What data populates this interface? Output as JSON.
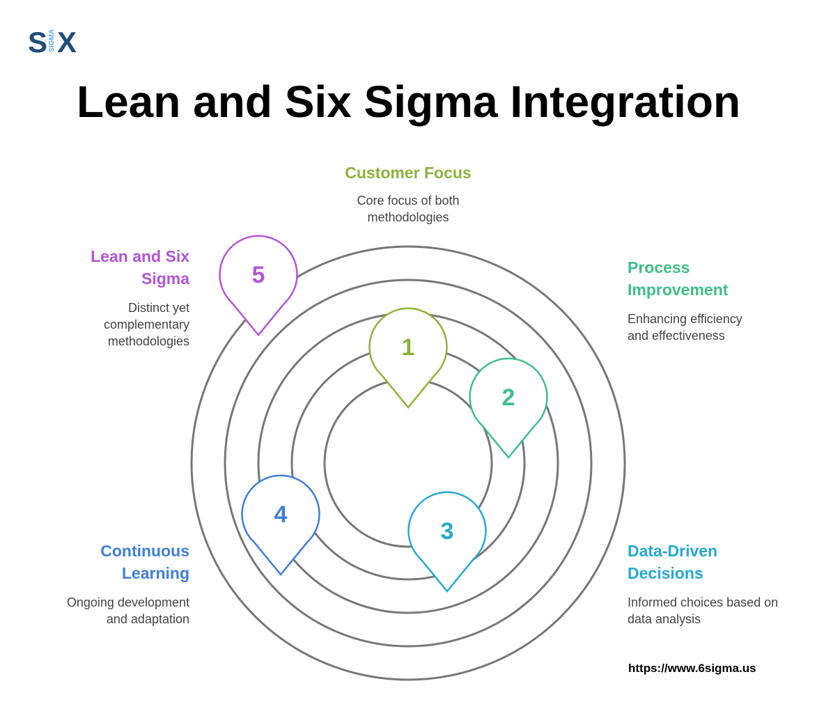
{
  "logo": {
    "s": "S",
    "sigma": "SIGMA",
    "x": "X",
    "color_dark": "#1f4e7a",
    "color_light": "#5ab0e0"
  },
  "title": "Lean and Six Sigma Integration",
  "items": [
    {
      "number": "1",
      "heading": "Customer Focus",
      "description": "Core focus of both methodologies",
      "color": "#8db33a"
    },
    {
      "number": "2",
      "heading": "Process Improvement",
      "description": "Enhancing efficiency and effectiveness",
      "color": "#3dbf8a"
    },
    {
      "number": "3",
      "heading": "Data-Driven Decisions",
      "description": "Informed choices based on data analysis",
      "color": "#25a9d6"
    },
    {
      "number": "4",
      "heading": "Continuous Learning",
      "description": "Ongoing development and adaptation",
      "color": "#3f7fd8"
    },
    {
      "number": "5",
      "heading": "Lean and Six Sigma",
      "description": "Distinct yet complementary methodologies",
      "color": "#b355d6"
    }
  ],
  "url": "https://www.6sigma.us"
}
